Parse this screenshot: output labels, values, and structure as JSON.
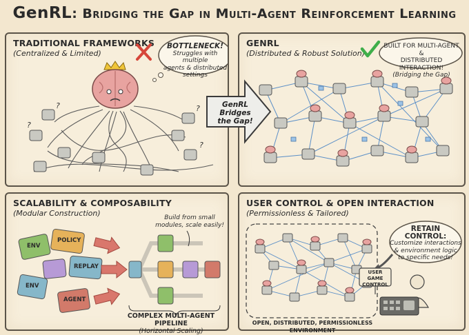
{
  "title": {
    "brand": "GenRL",
    "rest": ": Bridging the Gap in Multi-Agent Reinforcement Learning"
  },
  "bridge_arrow": {
    "line1": "GenRL",
    "line2": "Bridges",
    "line3": "the Gap!"
  },
  "panels": {
    "traditional": {
      "heading": "TRADITIONAL FRAMEWORKS",
      "subheading": "(Centralized & Limited)",
      "bubble_title": "BOTTLENECK!",
      "bubble_text": [
        "Struggles with multiple",
        "agents & distributed",
        "settings"
      ]
    },
    "genrl": {
      "heading": "GENRL",
      "subheading": "(Distributed & Robust Solution)",
      "bubble_text": [
        "BUILT FOR MULTI-AGENT &",
        "DISTRIBUTED INTERACTION!"
      ],
      "bubble_sub": "(Bridging the Gap)"
    },
    "scalability": {
      "heading": "SCALABILITY & COMPOSABILITY",
      "subheading": "(Modular Construction)",
      "note": [
        "Build from small",
        "modules, scale easily!"
      ],
      "pieces": [
        "ENV",
        "POLICY",
        "REPLAY",
        "ENV",
        "AGENT"
      ],
      "caption": "COMPLEX MULTI-AGENT PIPELINE",
      "caption_sub": "(Horizontal Scaling)"
    },
    "user_control": {
      "heading": "USER CONTROL & OPEN INTERACTION",
      "subheading": "(Permissionless & Tailored)",
      "retain_title": "RETAIN CONTROL:",
      "retain_text": [
        "Customize interactions",
        "& environment logic",
        "to specific needs!"
      ],
      "sign": [
        "USER GAME",
        "CONTROL"
      ],
      "footer": "OPEN, DISTRIBUTED, PERMISSIONLESS ENVIRONMENT"
    }
  },
  "colors": {
    "background": "#f3e7cf",
    "brain": "#e8a3a0",
    "robot": "#c9c9c2",
    "check": "#3fae4a",
    "cross": "#d6463a",
    "arrow_red": "#d9776c",
    "network_blue": "#5b8fc7",
    "puzzle": [
      "#8fbf6a",
      "#e6b25a",
      "#b79ad6",
      "#86b7c9",
      "#d27a6a"
    ]
  }
}
